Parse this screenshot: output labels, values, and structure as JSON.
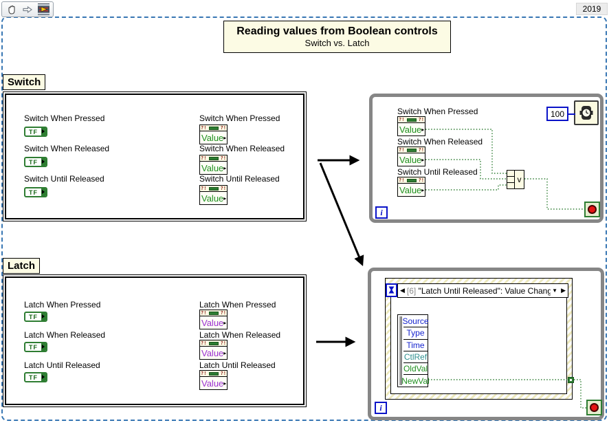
{
  "year": "2019",
  "toolbar": {
    "tools": [
      "pan-hand-tool",
      "forward-arrow-tool",
      "vi-run-tool"
    ]
  },
  "title": {
    "heading": "Reading values from Boolean controls",
    "subheading": "Switch vs. Latch"
  },
  "glyphs": {
    "tf": "TF",
    "ref_mark": "?!",
    "or": "v",
    "iteration": "i",
    "value_arrow": "▸",
    "case_prev": "◀",
    "case_next": "▶",
    "case_dropdown": "▼"
  },
  "icons": {
    "hand_tool": "hand-icon",
    "arrow_tool": "forward-arrow-icon",
    "vi_run": "vi-film-icon",
    "wait_watch": "wristwatch-icon",
    "timeout": "hourglass-icon",
    "stop": "red-stop-circle",
    "tunnel": "green-square-tunnel"
  },
  "switch_section": {
    "label": "Switch",
    "controls": [
      {
        "label": "Switch When Pressed"
      },
      {
        "label": "Switch When Released"
      },
      {
        "label": "Switch Until Released"
      }
    ],
    "properties": [
      {
        "label": "Switch When Pressed",
        "property": "Value"
      },
      {
        "label": "Switch When Released",
        "property": "Value"
      },
      {
        "label": "Switch Until Released",
        "property": "Value"
      }
    ]
  },
  "latch_section": {
    "label": "Latch",
    "controls": [
      {
        "label": "Latch When Pressed"
      },
      {
        "label": "Latch When Released"
      },
      {
        "label": "Latch Until Released"
      }
    ],
    "properties": [
      {
        "label": "Latch When Pressed",
        "property": "Value"
      },
      {
        "label": "Latch When Released",
        "property": "Value"
      },
      {
        "label": "Latch Until Released",
        "property": "Value"
      }
    ]
  },
  "while_loop_top": {
    "properties": [
      {
        "label": "Switch When Pressed",
        "property": "Value"
      },
      {
        "label": "Switch When Released",
        "property": "Value"
      },
      {
        "label": "Switch Until Released",
        "property": "Value"
      }
    ],
    "wait_constant": "100",
    "iteration": "i"
  },
  "event_loop": {
    "case_index": "[6]",
    "case_name": "\"Latch Until Released\": Value Change",
    "event_fields": [
      "Source",
      "Type",
      "Time",
      "CtlRef",
      "OldVal",
      "NewVal"
    ],
    "iteration": "i"
  },
  "colors": {
    "wire_boolean": "#2E7D32",
    "wire_integer": "#0912C8",
    "structure_border": "#868686",
    "diagram_border": "#3776B3",
    "label_bg": "#FCFBE4",
    "value_switch_text": "#1E8F1E",
    "value_latch_text": "#9B30D0",
    "event_field_blue": "#1523CE",
    "event_field_teal": "#2E8F8F",
    "event_field_green": "#1E8F1E",
    "ref_mark": "#8B1A1A",
    "stop_red": "#E41414"
  }
}
